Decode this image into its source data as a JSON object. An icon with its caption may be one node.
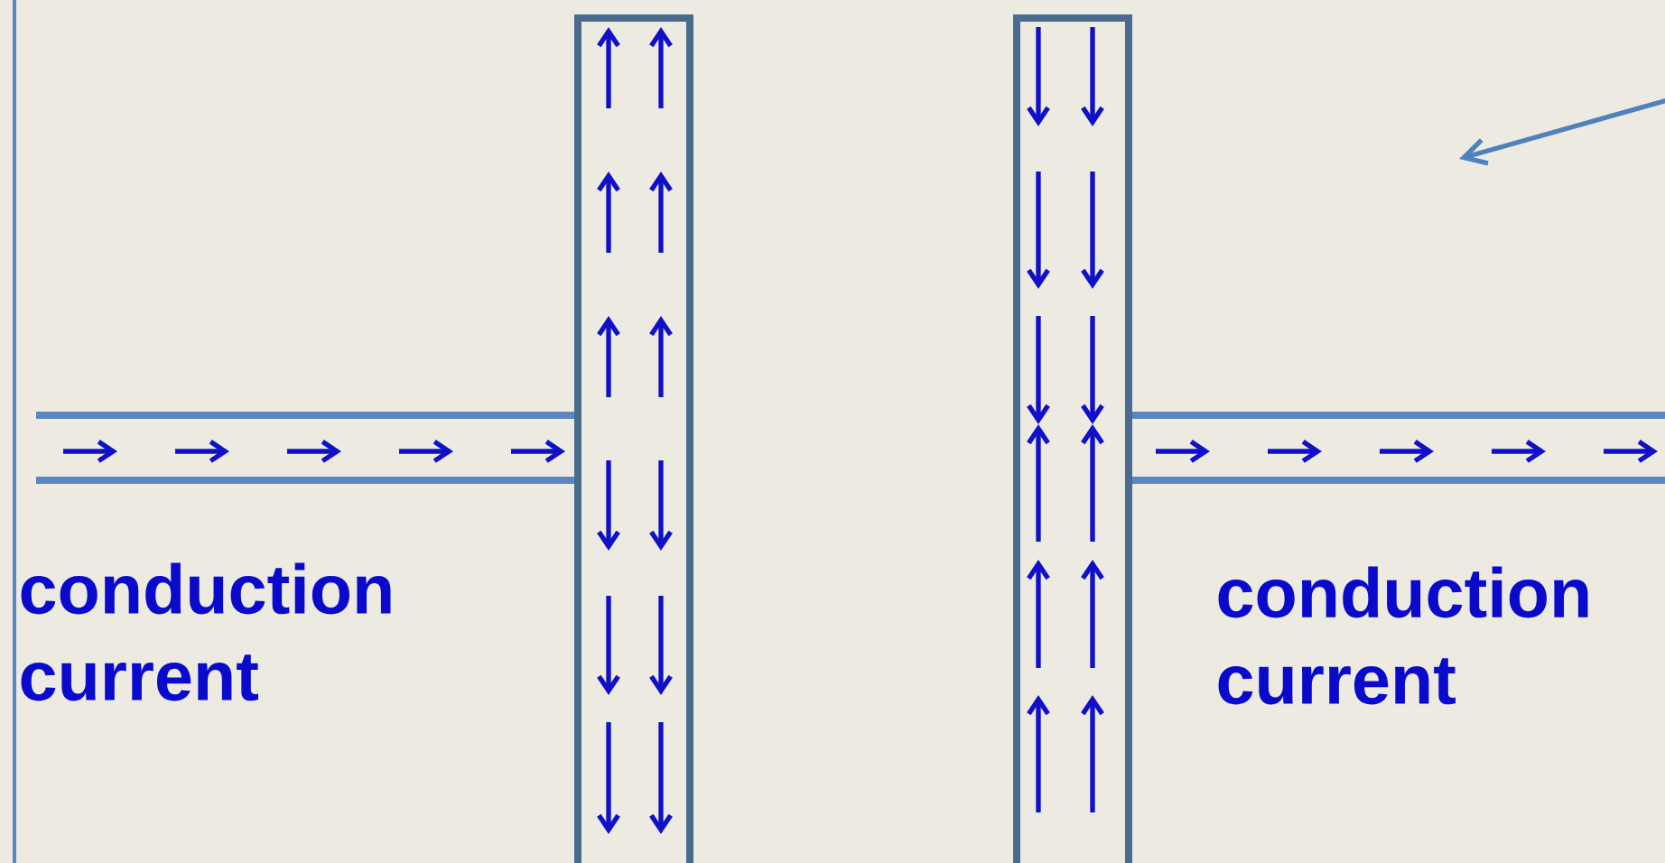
{
  "diagram": {
    "nodes": [
      {
        "text": [],
        "shape": "bar"
      },
      {
        "text": [],
        "shape": "bar"
      }
    ],
    "labels": [
      "conduction current",
      "conduction current"
    ]
  }
}
